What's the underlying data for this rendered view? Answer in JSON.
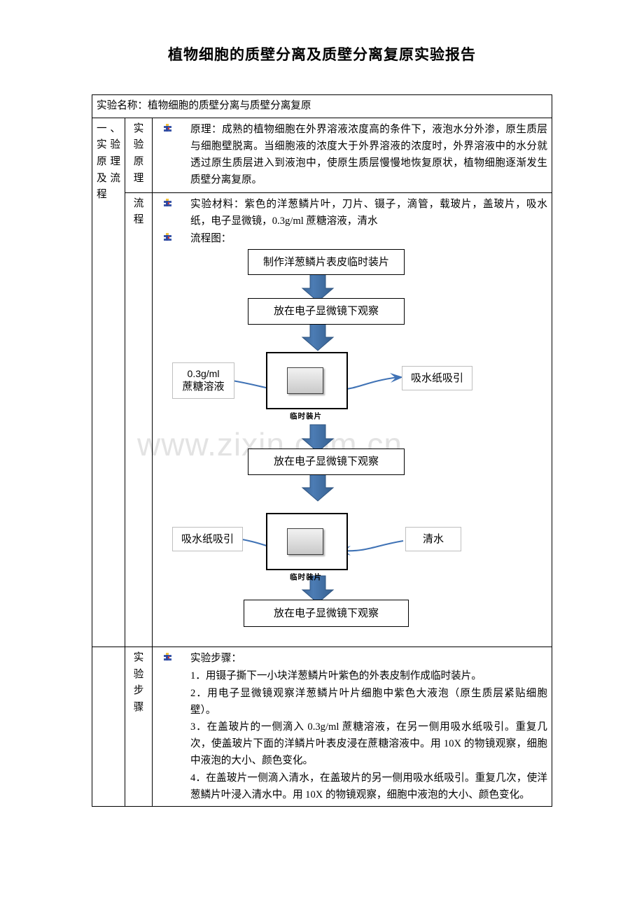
{
  "document": {
    "title": "植物细胞的质壁分离及质壁分离复原实验报告",
    "watermark": "www.zixin.com.cn"
  },
  "table": {
    "name_row": "实验名称：植物细胞的质壁分离与质壁分离复原",
    "section_label": "一、实验原理及流程",
    "rows": {
      "principle": {
        "sub_label": "实验原理",
        "bullet_text": "原理：成熟的植物细胞在外界溶液浓度高的条件下，液泡水分外渗，原生质层与细胞壁脱离。当细胞液的浓度大于外界溶液的浓度时，外界溶液中的水分就透过原生质层进入到液泡中，使原生质层慢慢地恢复原状，植物细胞逐渐发生质壁分离复原。"
      },
      "flow": {
        "sub_label": "流程",
        "materials": "实验材料：紫色的洋葱鳞片叶，刀片、镊子，滴管，载玻片，盖玻片，吸水纸，电子显微镜，0.3g/ml 蔗糖溶液，清水",
        "flowchart_label": "流程图："
      },
      "steps": {
        "sub_label": "实验步骤",
        "heading": "实验步骤：",
        "items": [
          "1．用镊子撕下一小块洋葱鳞片叶紫色的外表皮制作成临时装片。",
          "2．用电子显微镜观察洋葱鳞片叶片细胞中紫色大液泡（原生质层紧贴细胞壁）。",
          "3．在盖玻片的一侧滴入 0.3g/ml 蔗糖溶液，在另一侧用吸水纸吸引。重复几次，使盖玻片下面的洋鳞片叶表皮浸在蔗糖溶液中。用 10X 的物镜观察，细胞中液泡的大小、颜色变化。",
          "4．在盖玻片一侧滴入清水，在盖玻片的另一侧用吸水纸吸引。重复几次，使洋葱鳞片叶浸入清水中。用 10X 的物镜观察，细胞中液泡的大小、颜色变化。"
        ]
      }
    }
  },
  "flowchart": {
    "nodes": {
      "make_slide": "制作洋葱鳞片表皮临时装片",
      "observe_1": "放在电子显微镜下观察",
      "observe_2": "放在电子显微镜下观察",
      "observe_3": "放在电子显微镜下观察",
      "sucrose_line1": "0.3g/ml",
      "sucrose_line2": "蔗糖溶液",
      "absorb_right": "吸水纸吸引",
      "absorb_left": "吸水纸吸引",
      "clear_water": "清水",
      "slide_caption_1": "临时装片",
      "slide_caption_2": "临时装片"
    },
    "colors": {
      "arrow_blue": "#4472a4",
      "arrow_blue_dark": "#31588f",
      "curve_blue": "#3f72b5"
    }
  }
}
